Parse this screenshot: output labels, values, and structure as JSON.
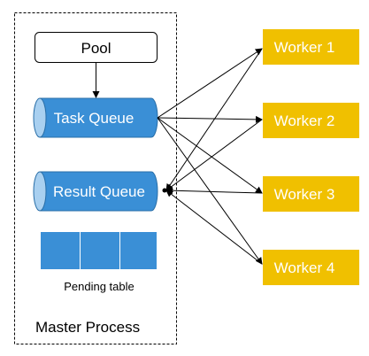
{
  "master": {
    "label": "Master Process"
  },
  "pool": {
    "label": "Pool"
  },
  "queues": {
    "task": "Task Queue",
    "result": "Result Queue"
  },
  "pending": {
    "label": "Pending table",
    "cell_count": 3
  },
  "workers": [
    {
      "label": "Worker 1"
    },
    {
      "label": "Worker 2"
    },
    {
      "label": "Worker 3"
    },
    {
      "label": "Worker 4"
    }
  ],
  "colors": {
    "queue_fill": "#3a8fd6",
    "queue_end": "#a9d0f0",
    "worker_fill": "#f0c000",
    "pending_fill": "#3a8fd6",
    "line": "#000000"
  }
}
